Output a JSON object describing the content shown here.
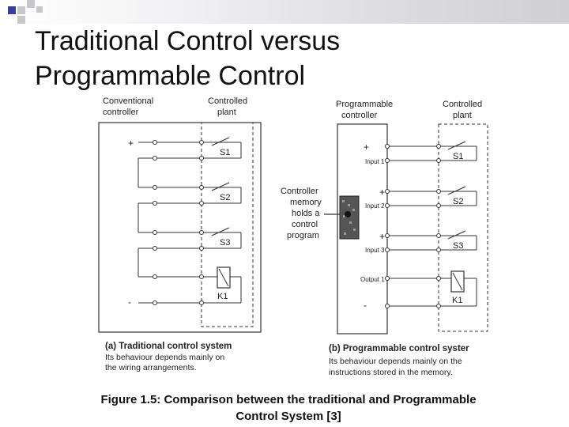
{
  "slide": {
    "title_line1": "Traditional Control versus",
    "title_line2": "Programmable Control",
    "caption_line1": "Figure 1.5: Comparison between the traditional and Programmable",
    "caption_line2": "Control System [3]"
  },
  "left_diagram": {
    "controller_label_1": "Conventional",
    "controller_label_2": "controller",
    "plant_label_1": "Controlled",
    "plant_label_2": "plant",
    "plus_sign": "+",
    "minus_sign": "-",
    "switches": [
      "S1",
      "S2",
      "S3"
    ],
    "relay": "K1",
    "heading": "(a) Traditional control system",
    "desc_line1": "Its behaviour depends mainly on",
    "desc_line2": "the wiring arrangements."
  },
  "memory_note": {
    "line1": "Controller",
    "line2": "memory",
    "line3": "holds a",
    "line4": "control",
    "line5": "program"
  },
  "right_diagram": {
    "controller_label_1": "Programmable",
    "controller_label_2": "controller",
    "plant_label_1": "Controlled",
    "plant_label_2": "plant",
    "plus_sign": "+",
    "minus_sign": "-",
    "inputs": [
      "Input 1",
      "Input 2",
      "Input 3"
    ],
    "output": "Output 1",
    "switches": [
      "S1",
      "S2",
      "S3"
    ],
    "relay": "K1",
    "heading": "(b) Programmable control syster",
    "desc_line1": "Its behaviour depends mainly on the",
    "desc_line2": "instructions stored in the memory."
  },
  "colors": {
    "title": "#111111",
    "deco_blue": "#3b3f9a",
    "deco_gray": "#c8c8cc",
    "line": "#333333"
  }
}
